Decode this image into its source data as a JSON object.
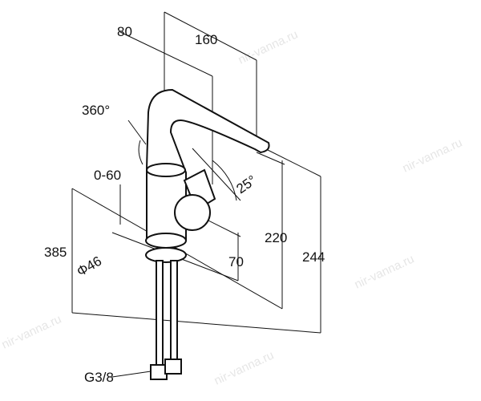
{
  "drawing": {
    "dimensions": {
      "spout_offset": "80",
      "spout_reach": "160",
      "swivel": "360°",
      "lever_angle_range": "0-60",
      "lever_tilt": "25°",
      "outlet_height": "220",
      "total_height": "244",
      "hose_length": "385",
      "base_diameter": "Φ46",
      "lever_offset": "70",
      "connection_thread": "G3/8"
    },
    "watermark": "nir-vanna.ru"
  }
}
